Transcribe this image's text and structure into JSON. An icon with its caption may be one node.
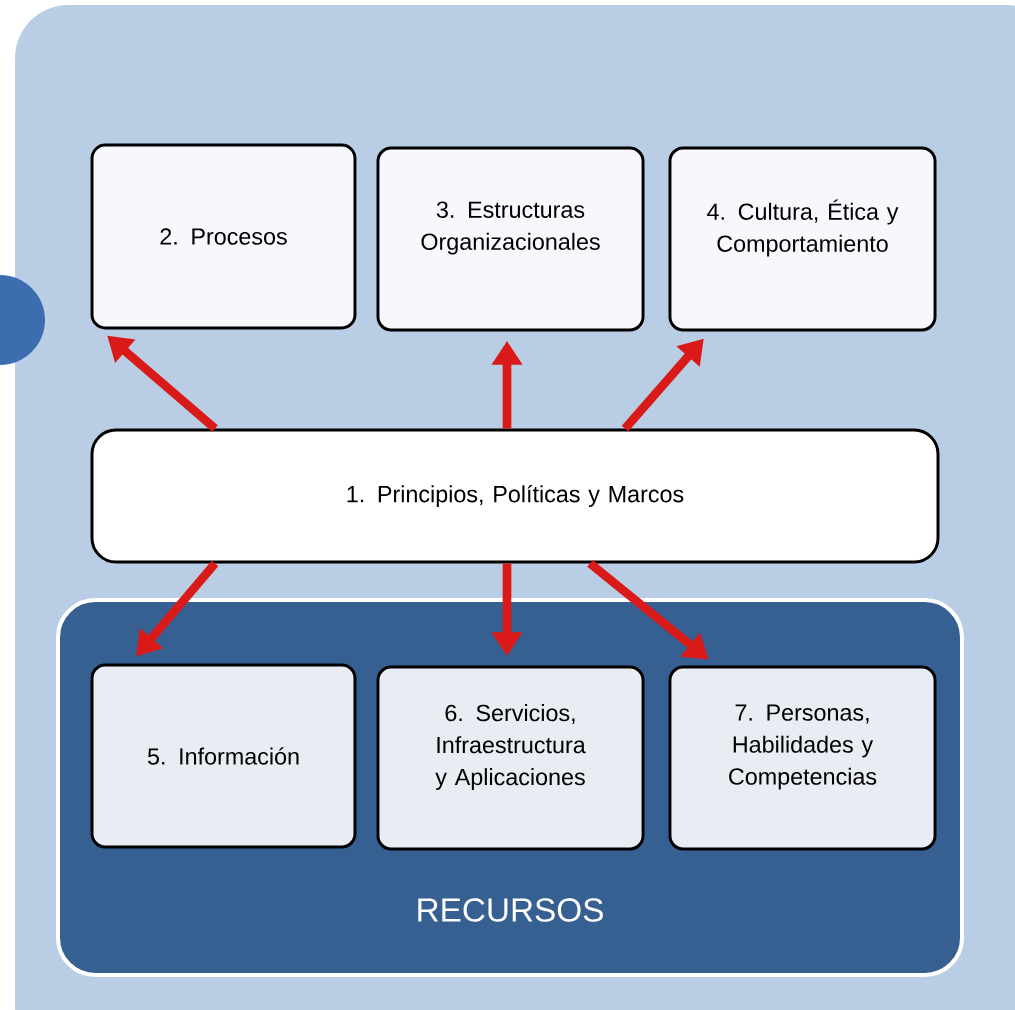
{
  "diagram": {
    "nodes": [
      {
        "text": [
          "2. Procesos"
        ]
      },
      {
        "text": [
          "3. Estructuras Organizacionales"
        ]
      },
      {
        "text": [
          "4. Cultura, Ética y Comportamiento"
        ]
      },
      {
        "text": [
          "1. Principios, Políticas y Marcos"
        ]
      },
      {
        "text": [
          "RECURSOS"
        ]
      },
      {
        "text": [
          "5. Información"
        ],
        "in": 4
      },
      {
        "text": [
          "6. Servicios, Infraestructura y Aplicaciones"
        ],
        "in": 4
      },
      {
        "text": [
          "7. Personas, Habilidades y Competencias"
        ],
        "in": 4
      },
      {
        "text": [],
        "shape": "circle"
      }
    ],
    "edges": [
      {
        "from": 3,
        "to": 0,
        "arrow": "to"
      },
      {
        "from": 3,
        "to": 1,
        "arrow": "to"
      },
      {
        "from": 3,
        "to": 2,
        "arrow": "to"
      },
      {
        "from": 3,
        "to": 5,
        "arrow": "to"
      },
      {
        "from": 3,
        "to": 6,
        "arrow": "to"
      },
      {
        "from": 3,
        "to": 7,
        "arrow": "to"
      }
    ]
  }
}
